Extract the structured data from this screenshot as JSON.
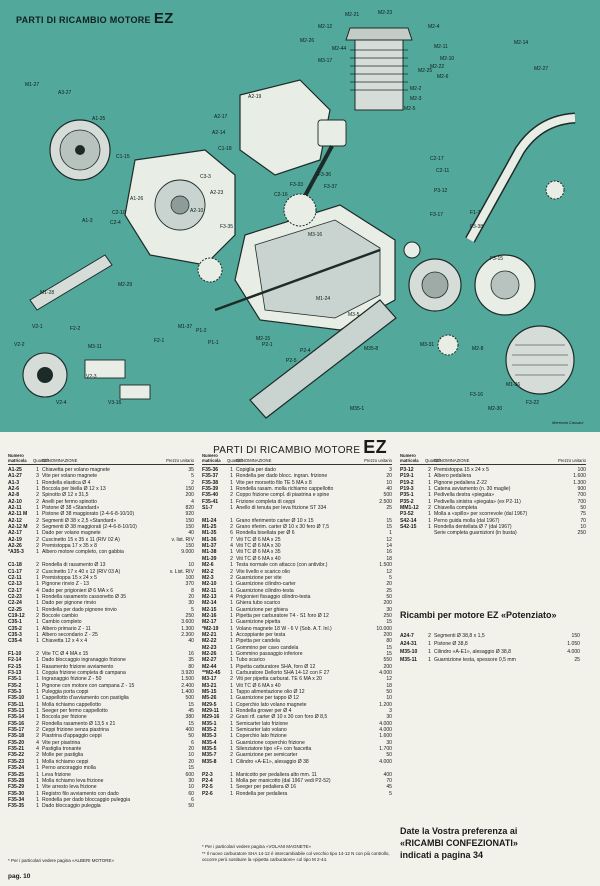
{
  "diagram": {
    "title_small": "PARTI DI RICAMBIO MOTORE",
    "title_big": "EZ",
    "labels": [
      "M2-21",
      "M2-12",
      "M2-44",
      "M2-26",
      "M3-17",
      "M2-4",
      "M2-11",
      "M2-10",
      "M2-22",
      "M2-6",
      "M2-25",
      "M2-23",
      "M2-27",
      "M2-14",
      "M1-27",
      "M2-2",
      "M2-3",
      "A3-27",
      "M2-5",
      "A2-19",
      "A1-25",
      "A2-17",
      "A2-14",
      "C1-18",
      "C2-17",
      "C1-15",
      "C2-11",
      "C3-3",
      "A2-23",
      "A1-26",
      "A2-10",
      "C2-10",
      "F3-33",
      "A1-3",
      "C2-4",
      "C2-16",
      "F3-35",
      "F3-36",
      "F3-37",
      "M2-29",
      "M1-28",
      "M3-5",
      "M1-24",
      "P3-12",
      "P2-4",
      "P2-1",
      "P2-5",
      "M3-16",
      "F1-7",
      "F3-38",
      "P1-2",
      "P1-1",
      "M2-15",
      "M1-37",
      "V2-1",
      "V2-2",
      "V2-3",
      "V2-4",
      "V3-16",
      "M3-11",
      "M3-31",
      "M2-8",
      "M35-8",
      "M35-1",
      "F3-17",
      "F3-15",
      "F3-16",
      "F3-22",
      "M2-30",
      "M1-36",
      "F2-1",
      "F2-2"
    ],
    "signature": "Merenda Cassani"
  },
  "page_title_small": "PARTI DI RICAMBIO MOTORE",
  "page_title_big": "EZ",
  "headers": {
    "number": "Numero matricola",
    "qty": "Quantità",
    "desc": "DENOMINAZIONE",
    "price": "Prezzo unitario"
  },
  "col1": [
    [
      "A1-25",
      "1",
      "Chiavetta per volano magnete",
      "35"
    ],
    [
      "A1-27",
      "3",
      "Vite per volano magnete",
      "5"
    ],
    [
      "A1-3",
      "1",
      "Rondella elastica Ø 4",
      "2"
    ],
    [
      "A2-6",
      "1",
      "Boccola per biella Ø 12 x 13",
      "150"
    ],
    [
      "A2-8",
      "2",
      "Spinotto Ø 12 x 31,5",
      "200"
    ],
    [
      "A2-10",
      "2",
      "Anelli per fermo spinotto",
      "4"
    ],
    [
      "A2-11",
      "1",
      "Pistone Ø 38 «Standard»",
      "820"
    ],
    [
      "A2-11 M",
      "1",
      "Pistone Ø 38 maggiorato (2-4-6-8-10/10)",
      "920"
    ],
    [
      "A2-12",
      "2",
      "Segmenti Ø 38 x 2,5 «Standard»",
      "150"
    ],
    [
      "A2-12 M",
      "2",
      "Segmenti Ø 38 maggiorati (2-4-6-8-10/10)",
      "150"
    ],
    [
      "A2-17",
      "1",
      "Dado per volano magnete",
      "40"
    ],
    [
      "A2-19",
      "2",
      "Cuscinetto 15 x 35 x 11 (RIV 02 A)",
      "v. list. RIV"
    ],
    [
      "A2-26",
      "2",
      "Premistoppa 17 x 35 x 8",
      "150"
    ],
    [
      "*A35-3",
      "1",
      "Albero motore completo, con gabbia",
      "9.000"
    ],
    [
      "",
      "",
      "",
      ""
    ],
    [
      "C1-18",
      "2",
      "Rondella di rasamento Ø 13",
      "10"
    ],
    [
      "C1-17",
      "2",
      "Cuscinetto 17 x 40 x 12 (RIV 03 A)",
      "v. List. RIV"
    ],
    [
      "C2-11",
      "1",
      "Premistoppa 15 x 24 x 5",
      "100"
    ],
    [
      "C2-13",
      "1",
      "Pignone rinvio Z - 13",
      "370"
    ],
    [
      "C2-17",
      "4",
      "Dado per prigionieri Ø 6 MA x 6",
      "8"
    ],
    [
      "C2-23",
      "1",
      "Rondella rasamento cassonetto Ø 35",
      "20"
    ],
    [
      "C2-24",
      "1",
      "Dado per pignone rinvio",
      "30"
    ],
    [
      "C2-25",
      "1",
      "Rondella per dado pignone rinvio",
      "5"
    ],
    [
      "C19-12",
      "2",
      "Boccole cambio",
      "250"
    ],
    [
      "C35-1",
      "1",
      "Cambio completo",
      "3.600"
    ],
    [
      "C35-2",
      "1",
      "Albero primario Z - 11",
      "1.300"
    ],
    [
      "C35-3",
      "1",
      "Albero secondario Z - 25",
      "2.300"
    ],
    [
      "C35-4",
      "1",
      "Chiavetta 12 x 4 x 4",
      "40"
    ],
    [
      "",
      "",
      "",
      ""
    ],
    [
      "F1-10",
      "2",
      "Vite TC Ø 4 MA x 15",
      "16"
    ],
    [
      "F2-14",
      "1",
      "Dado bloccaggio ingranaggio frizione",
      "35"
    ],
    [
      "F2-15",
      "1",
      "Rasamento frizione avviamento",
      "80"
    ],
    [
      "F3-13",
      "1",
      "Coppia frizione completa di campana",
      "3.920"
    ],
    [
      "F35-1",
      "1",
      "Ingranaggio frizione Z - 50",
      "1.500"
    ],
    [
      "F35-2",
      "1",
      "Pignone con motore con campana Z - 15",
      "2.400"
    ],
    [
      "F35-3",
      "1",
      "Puleggia porta coppi",
      "1.400"
    ],
    [
      "F35-10",
      "1",
      "Cappellotto d'avviamento con pastiglia",
      "500"
    ],
    [
      "F35-11",
      "1",
      "Molla richiamo cappellotto",
      "15"
    ],
    [
      "F35-13",
      "1",
      "Seeger per fermo cappellotto",
      "45"
    ],
    [
      "F35-14",
      "1",
      "Boccola per frizione",
      "380"
    ],
    [
      "F35-16",
      "2",
      "Rondella rasamento Ø 13,5 x 21",
      "15"
    ],
    [
      "F35-17",
      "2",
      "Ceppi frizione senza piastrina",
      "400"
    ],
    [
      "F35-18",
      "2",
      "Piastrina d'appaggio ceppi",
      "50"
    ],
    [
      "F35-20",
      "4",
      "Vite per piastrina",
      "6"
    ],
    [
      "F35-21",
      "4",
      "Pastiglia tronante",
      "20"
    ],
    [
      "F35-22",
      "2",
      "Molle per pastiglia",
      "10"
    ],
    [
      "F35-23",
      "1",
      "Molla richiamo ceppi",
      "20"
    ],
    [
      "F35-24",
      "1",
      "Perno ancoraggio molla",
      "15"
    ],
    [
      "F35-25",
      "1",
      "Leva frizione",
      "600"
    ],
    [
      "F35-28",
      "1",
      "Molla richiamo leva frizione",
      "30"
    ],
    [
      "F35-29",
      "1",
      "Vite arresto leva frizione",
      "10"
    ],
    [
      "F35-30",
      "1",
      "Registro filo avviamento con dado",
      "60"
    ],
    [
      "F35-34",
      "1",
      "Rondella per dado bloccaggio puleggia",
      "6"
    ],
    [
      "F35-35",
      "1",
      "Dado bloccaggio puleggia",
      "50"
    ]
  ],
  "col2": [
    [
      "F35-36",
      "1",
      "Copiglia per dado",
      "3"
    ],
    [
      "F35-37",
      "1",
      "Rondella per dado blocc. ingran. frizione",
      "20"
    ],
    [
      "F35-38",
      "1",
      "Vite per morsetto filo TE 5 MA x 8",
      "10"
    ],
    [
      "F35-39",
      "1",
      "Rondella rasam. molla richiamo cappellotto",
      "40"
    ],
    [
      "F35-40",
      "2",
      "Coppo frizione compl. di piastrina e spine",
      "500"
    ],
    [
      "F35-41",
      "1",
      "Frizione completa di ceppi",
      "2.500"
    ],
    [
      "S1-7",
      "1",
      "Anello di tenuta per leva frizione ST 334",
      "25"
    ],
    [
      "",
      "",
      "",
      ""
    ],
    [
      "M1-24",
      "1",
      "Grano riferimento carter Ø 10 x 15",
      "15"
    ],
    [
      "M1-25",
      "2",
      "Grano riferim. carter Ø 10 x 30 fero Ø 7,5",
      "15"
    ],
    [
      "M1-35",
      "6",
      "Rondella bisellata per Ø 6",
      "1"
    ],
    [
      "M1-36",
      "7",
      "Viti TC Ø 6 MA x 25",
      "12"
    ],
    [
      "M1-37",
      "4",
      "Viti TC Ø 6 MA x 30",
      "14"
    ],
    [
      "M1-38",
      "1",
      "Viti TC Ø 6 MA x 35",
      "16"
    ],
    [
      "M1-39",
      "2",
      "Viti TC Ø 6 MA x 40",
      "18"
    ],
    [
      "M2-6",
      "1",
      "Testa normale con attacco (con antivibr.)",
      "1.500"
    ],
    [
      "M2-2",
      "2",
      "Vite livello e scarico olio",
      "12"
    ],
    [
      "M2-3",
      "2",
      "Guarnizione per vite",
      "5"
    ],
    [
      "M2-10",
      "1",
      "Guarnizione cilindro-carter",
      "20"
    ],
    [
      "M2-11",
      "1",
      "Guarnizione cilindro-testa",
      "25"
    ],
    [
      "M2-13",
      "4",
      "Prigionieri fissaggio cilindro-testa",
      "50"
    ],
    [
      "M2-14",
      "1",
      "Ghiera tubo scarico",
      "200"
    ],
    [
      "M2-15",
      "1",
      "Guarnizione per ghiera",
      "30"
    ],
    [
      "M2-16",
      "1",
      "Pipetta per carburatore T4 - S1 foro Ø 12",
      "250"
    ],
    [
      "M2-17",
      "1",
      "Guarnizione pipetta",
      "15"
    ],
    [
      "*M2-19",
      "1",
      "Volano magnete 18 W - 6 V (Sob. A.T. Inl.)",
      "10.000"
    ],
    [
      "M2-21",
      "1",
      "Accoppiante per testa",
      "200"
    ],
    [
      "M2-22",
      "1",
      "Pipetta per candela",
      "80"
    ],
    [
      "M2-23",
      "1",
      "Gommino per cavo candela",
      "15"
    ],
    [
      "M2-26",
      "1",
      "Gommino passaggio inferiore",
      "15"
    ],
    [
      "M2-27",
      "1",
      "Tubo scarico",
      "550"
    ],
    [
      "M2-44",
      "1",
      "Pipetta carburatore SHA, foro Ø 12",
      "200"
    ],
    [
      "**M2-45",
      "1",
      "Carburatore Dellorto SHA 14-12 con F 27",
      "4.000"
    ],
    [
      "M3-17",
      "2",
      "Viti per pipetta carburat. TE 6 MA x 20",
      "12"
    ],
    [
      "M3-21",
      "1",
      "Viti TC Ø 6 MA x 40",
      "18"
    ],
    [
      "M5-15",
      "1",
      "Tappo alimentazione olio Ø 12",
      "50"
    ],
    [
      "M5-26",
      "1",
      "Guarnizione per tappo Ø 12",
      "10"
    ],
    [
      "M29-5",
      "1",
      "Coperchio lato volano magnete",
      "1.200"
    ],
    [
      "M29-11",
      "1",
      "Rondella grower per Ø 4",
      "3"
    ],
    [
      "M29-16",
      "2",
      "Grani rif. carter Ø 10 x 30 con foro Ø 8,5",
      "30"
    ],
    [
      "M35-1",
      "1",
      "Semicarter lato frizione",
      "4.000"
    ],
    [
      "M35-2",
      "1",
      "Semicarter lato volano",
      "4.000"
    ],
    [
      "M35-3",
      "1",
      "Coperchio lato frizione",
      "1.600"
    ],
    [
      "M35-4",
      "1",
      "Guarnizione coperchio frizione",
      "30"
    ],
    [
      "M35-5",
      "1",
      "Silenziatore tipo «F» con fascetta",
      "1.700"
    ],
    [
      "M35-7",
      "2",
      "Guarnizione per semicarter",
      "50"
    ],
    [
      "M35-8",
      "1",
      "Cilindro «A-E1», alesaggio Ø 38",
      "4.000"
    ],
    [
      "",
      "",
      "",
      ""
    ],
    [
      "P2-3",
      "1",
      "Manicotto per pedaliera alto mm. 11",
      "400"
    ],
    [
      "P2-4",
      "1",
      "Molla per manicotto (dal 1967 vedi P2-52)",
      "70"
    ],
    [
      "P2-5",
      "1",
      "Seeger per pedaliera Ø 16",
      "45"
    ],
    [
      "P2-6",
      "1",
      "Rondella per pedaliera",
      "5"
    ]
  ],
  "col3": [
    [
      "P3-12",
      "2",
      "Premistoppa 15 x 24 x 5",
      "100"
    ],
    [
      "P19-1",
      "1",
      "Albero pedaliera",
      "1.600"
    ],
    [
      "P19-2",
      "1",
      "Pignone pedaliera Z-22",
      "1.300"
    ],
    [
      "P19-3",
      "1",
      "Catena avviamento (n. 30 maglie)",
      "900"
    ],
    [
      "P35-1",
      "1",
      "Pedivella destra «piegata»",
      "700"
    ],
    [
      "P35-2",
      "1",
      "Pedivella sinistra «piegata» (ex P2-11)",
      "700"
    ],
    [
      "MM1-12",
      "2",
      "Chiavella completa",
      "50"
    ],
    [
      "P3-52",
      "1",
      "Molla a «spillo» per scorrevole (dal 1967)",
      "75"
    ],
    [
      "S42-14",
      "1",
      "Perno guida molla (dal 1967)",
      "70"
    ],
    [
      "S42-15",
      "1",
      "Rondella dentellata Ø 7 (dal 1967)",
      "10"
    ],
    [
      "",
      "",
      "Serie completa guarnizioni (in busta)",
      "250"
    ]
  ],
  "pot_title": "Ricambi per motore EZ «Potenziato»",
  "pot": [
    [
      "A24-7",
      "2",
      "Segmenti Ø 38,8 x 1,5",
      "150"
    ],
    [
      "A24-31",
      "1",
      "Pistone Ø 38,8",
      "1.050"
    ],
    [
      "M35-10",
      "1",
      "Cilindro «A-E1», alesaggio Ø 38,8",
      "4.000"
    ],
    [
      "M35-11",
      "1",
      "Guarnizione testa, spessore 0,5 mm",
      "25"
    ]
  ],
  "promo": [
    "Date la Vostra preferenza ai",
    "«RICAMBI CONFEZIONATI»",
    "indicati a pagina 34"
  ],
  "footnote_left": "* Per i particolari vedere pagina «ALBERI MOTORE»",
  "footnote_mid_1": "* Per i particolari vedere pagina «VOLANI MAGNETE»",
  "footnote_mid_2": "** Il nuovo carburatore SHA 14-12 è intercambiabile col vecchio tipo 14-12 N con più controllo, occorre però sostituire la «pipetta carburatore» col tipo M 2-44.",
  "page_number": "pag. 10"
}
